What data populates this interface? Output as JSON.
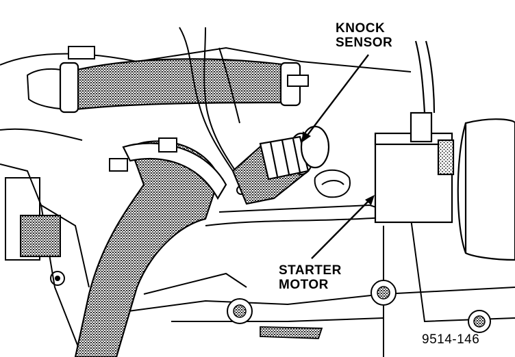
{
  "labels": {
    "knock_sensor_line1": "KNOCK",
    "knock_sensor_line2": "SENSOR",
    "starter_motor_line1": "STARTER",
    "starter_motor_line2": "MOTOR"
  },
  "figure_number": "9514-146",
  "colors": {
    "ink": "#000000",
    "paper": "#ffffff",
    "stipple": "#8c8c8c"
  }
}
